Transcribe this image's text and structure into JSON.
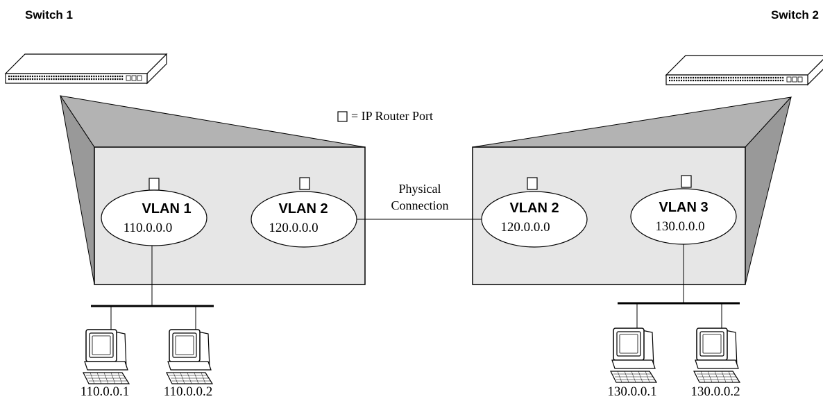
{
  "switches": [
    {
      "title": "Switch 1"
    },
    {
      "title": "Switch 2"
    }
  ],
  "legend": {
    "label": "= IP Router Port"
  },
  "link": {
    "line1": "Physical",
    "line2": "Connection"
  },
  "vlans": [
    {
      "name": "VLAN 1",
      "subnet": "110.0.0.0"
    },
    {
      "name": "VLAN 2",
      "subnet": "120.0.0.0"
    },
    {
      "name": "VLAN 2",
      "subnet": "120.0.0.0"
    },
    {
      "name": "VLAN 3",
      "subnet": "130.0.0.0"
    }
  ],
  "hosts": [
    {
      "ip": "110.0.0.1"
    },
    {
      "ip": "110.0.0.2"
    },
    {
      "ip": "130.0.0.1"
    },
    {
      "ip": "130.0.0.2"
    }
  ],
  "colors": {
    "panel": "#e6e6e6",
    "shade": "#b3b3b3",
    "stroke": "#000000"
  }
}
